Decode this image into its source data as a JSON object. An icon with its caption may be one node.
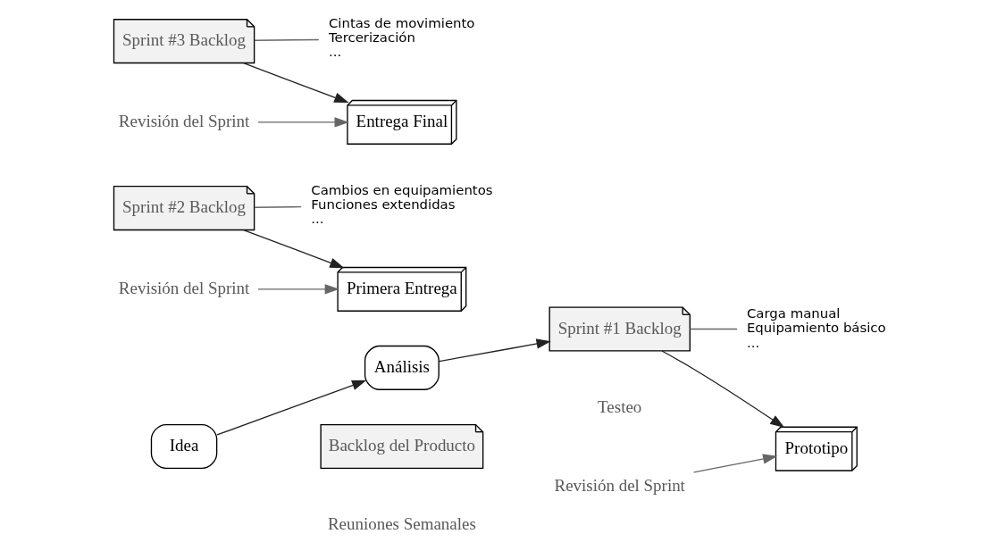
{
  "diagram": {
    "nodes": [
      {
        "text": [
          "Idea"
        ]
      },
      {
        "text": [
          "Análisis"
        ]
      },
      {
        "text": [
          "Backlog del Producto"
        ]
      },
      {
        "text": [
          "Sprint #1 Backlog"
        ]
      },
      {
        "text": [
          "Carga manual",
          "Equipamiento básico",
          "..."
        ]
      },
      {
        "text": [
          "Prototipo"
        ]
      },
      {
        "text": [
          "Revisión del Sprint"
        ]
      },
      {
        "text": [
          "Sprint #2 Backlog"
        ]
      },
      {
        "text": [
          "Cambios en equipamientos",
          "Funciones extendidas",
          "..."
        ]
      },
      {
        "text": [
          "Primera Entrega"
        ]
      },
      {
        "text": [
          "Revisión del Sprint"
        ]
      },
      {
        "text": [
          "Sprint #3 Backlog"
        ]
      },
      {
        "text": [
          "Cintas de movimiento",
          "Tercerización",
          "..."
        ]
      },
      {
        "text": [
          "Entrega Final"
        ]
      },
      {
        "text": [
          "Revisión del Sprint"
        ]
      }
    ],
    "edges": [
      {
        "from": 0,
        "to": 1,
        "arrow": "to"
      },
      {
        "from": 1,
        "to": 3,
        "arrow": "to"
      },
      {
        "from": 3,
        "to": 4,
        "arrow": "none"
      },
      {
        "from": 3,
        "to": 5,
        "arrow": "to"
      },
      {
        "from": 6,
        "to": 5,
        "arrow": "to"
      },
      {
        "from": 7,
        "to": 8,
        "arrow": "none"
      },
      {
        "from": 7,
        "to": 9,
        "arrow": "to"
      },
      {
        "from": 10,
        "to": 9,
        "arrow": "to"
      },
      {
        "from": 11,
        "to": 12,
        "arrow": "none"
      },
      {
        "from": 11,
        "to": 13,
        "arrow": "to"
      },
      {
        "from": 14,
        "to": 13,
        "arrow": "to"
      }
    ],
    "labels": [
      "Reuniones Semanales",
      "Testeo"
    ]
  }
}
